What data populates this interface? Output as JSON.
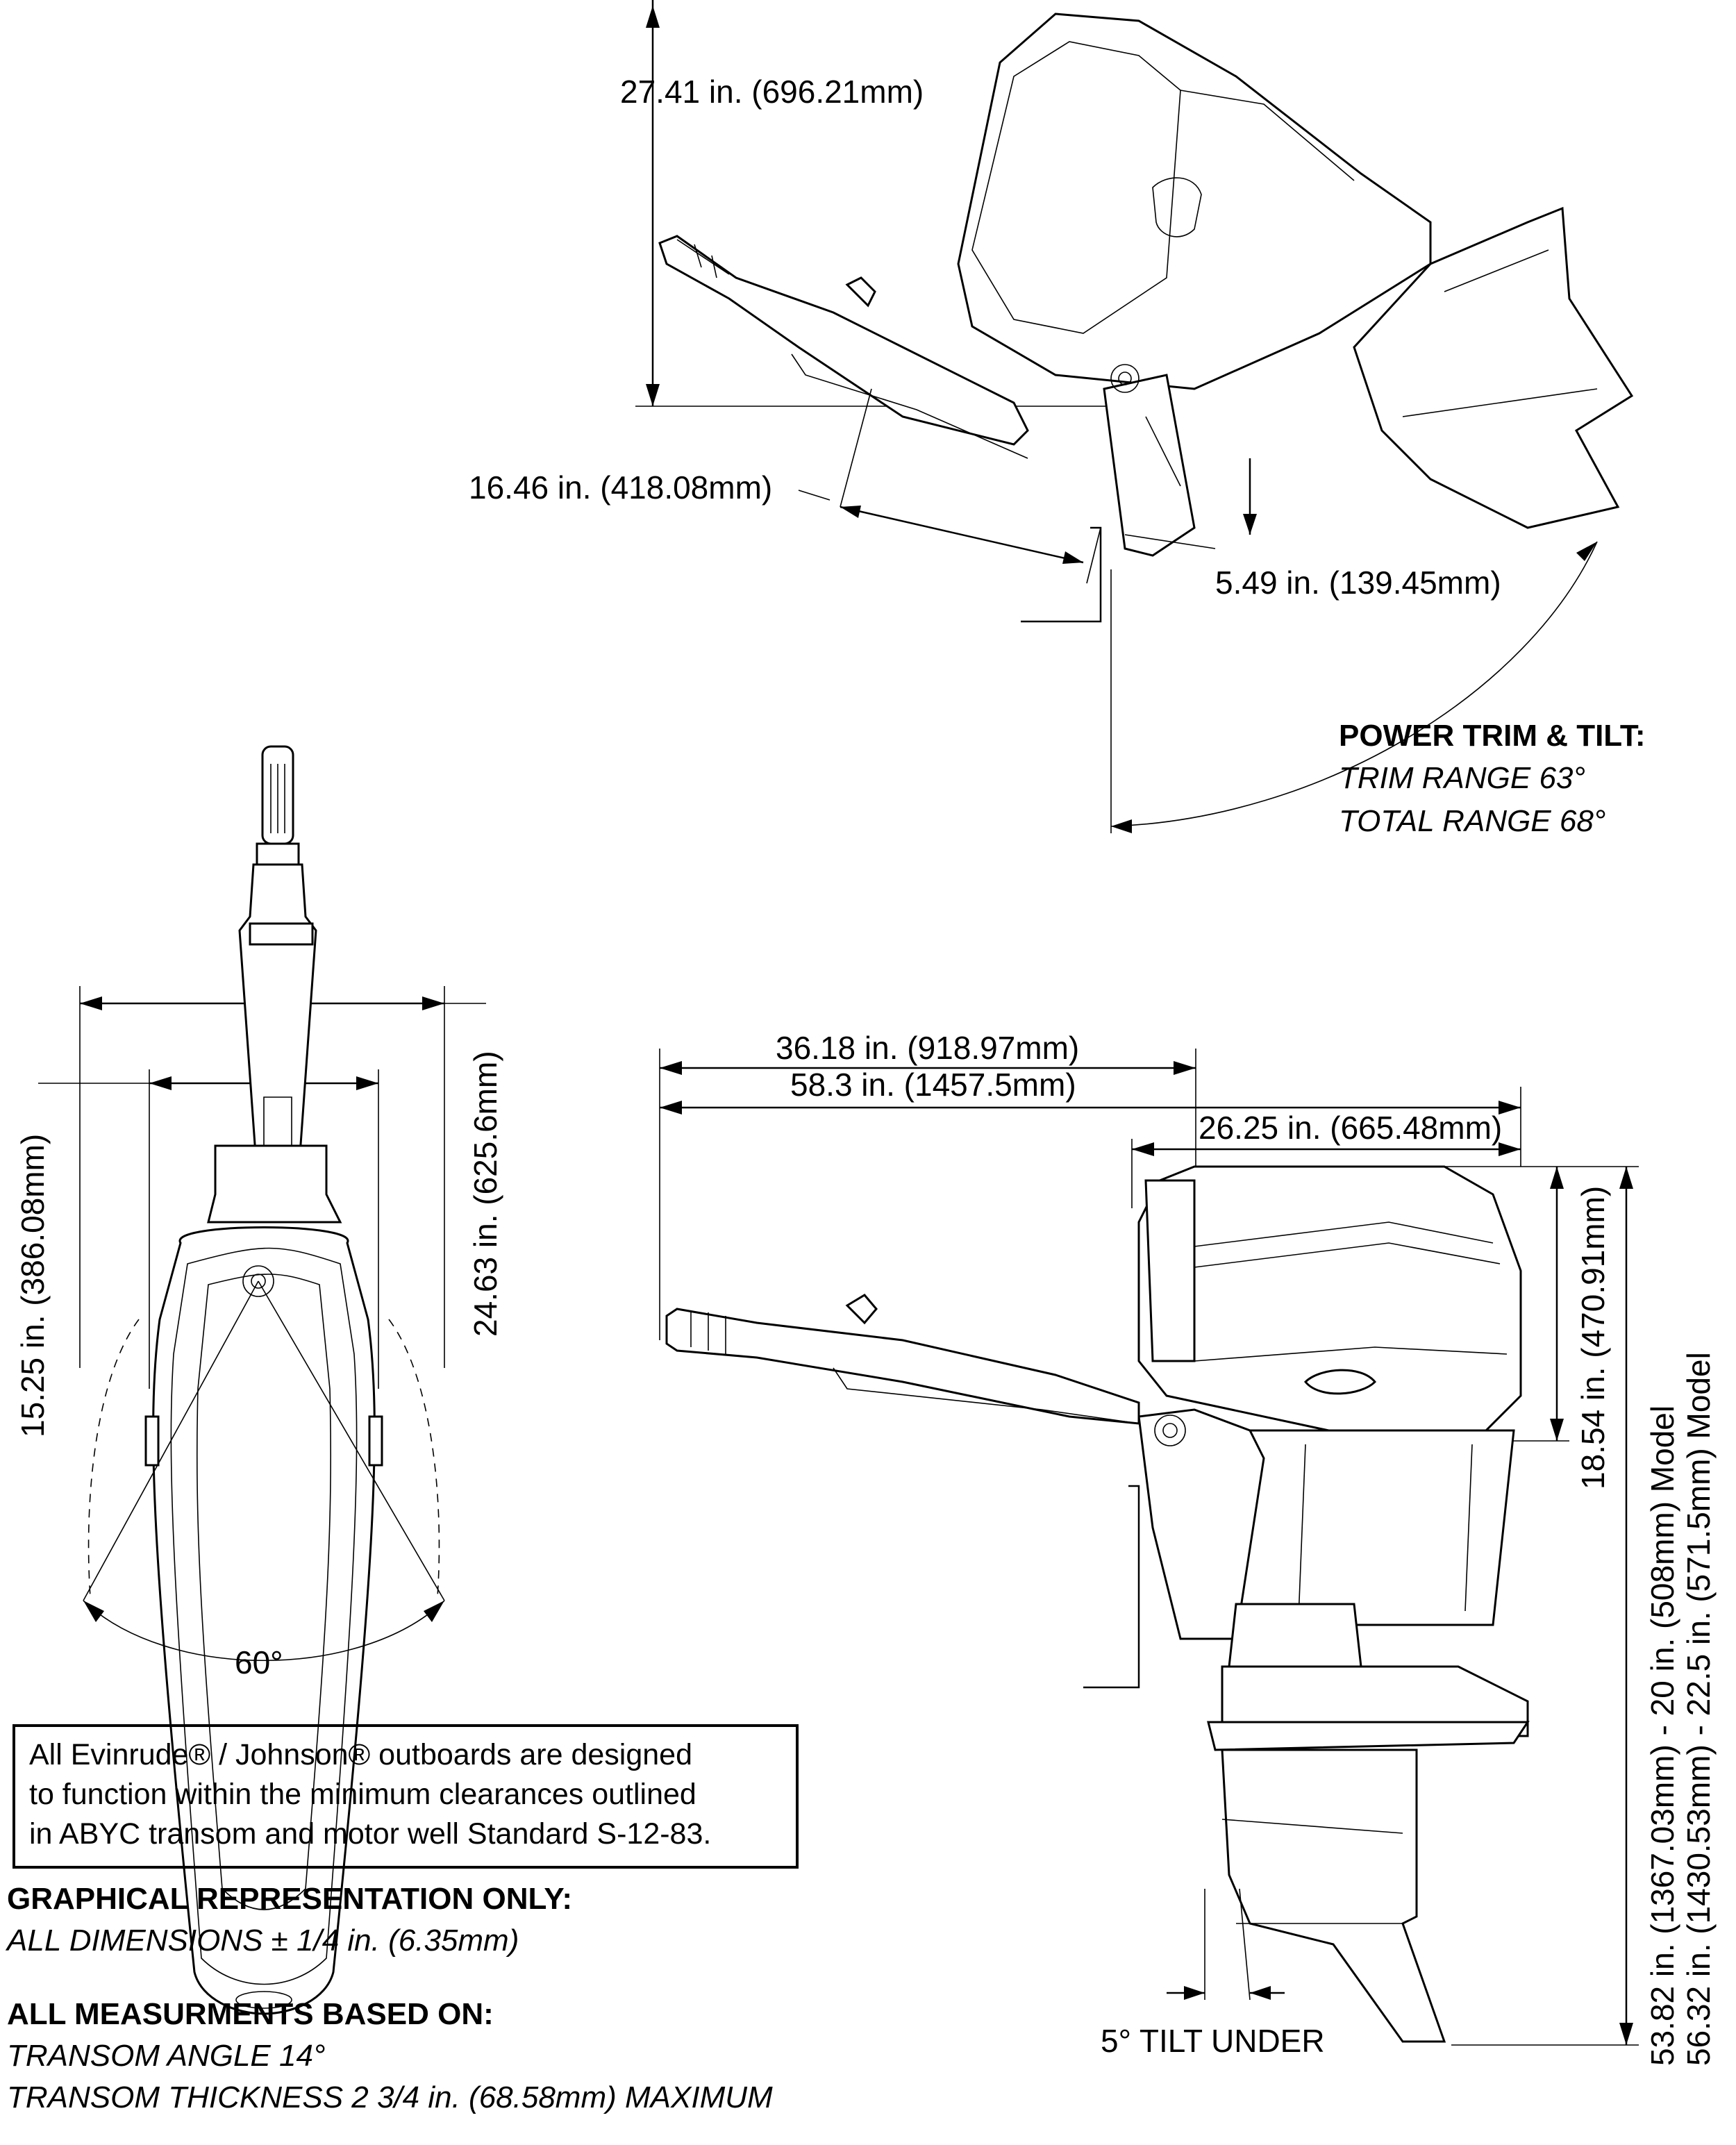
{
  "side_view_tilted": {
    "height_label": "27.41 in. (696.21mm)",
    "reach_label": "16.46 in. (418.08mm)",
    "offset_label": "5.49 in. (139.45mm)"
  },
  "power_trim": {
    "title": "POWER TRIM & TILT:",
    "trim_range": "TRIM RANGE 63°",
    "total_range": "TOTAL RANGE 68°"
  },
  "top_view": {
    "width_outer_label": "24.63 in. (625.6mm)",
    "width_inner_label": "15.25 in. (386.08mm)",
    "steer_angle_label": "60°"
  },
  "side_view": {
    "tiller_length_label": "36.18 in. (918.97mm)",
    "overall_length_label": "58.3 in. (1457.5mm)",
    "cowl_length_label": "26.25 in. (665.48mm)",
    "cowl_height_label": "18.54 in. (470.91mm)",
    "height_20_label": "53.82 in. (1367.03mm) - 20 in. (508mm) Model",
    "height_225_label": "56.32 in. (1430.53mm) - 22.5 in. (571.5mm) Model",
    "tilt_under_label": "5° TILT UNDER"
  },
  "disclaimer": {
    "line1": "All Evinrude® / Johnson® outboards are designed",
    "line2": "to function within the minimum clearances outlined",
    "line3": "in ABYC transom and motor well Standard S-12-83."
  },
  "notes": {
    "graphical_title": "GRAPHICAL REPRESENTATION ONLY:",
    "tolerance": "ALL DIMENSIONS ± 1/4 in. (6.35mm)",
    "measurements_title": "ALL MEASURMENTS BASED ON:",
    "transom_angle": "TRANSOM ANGLE 14°",
    "transom_thickness": "TRANSOM THICKNESS 2 3/4 in. (68.58mm) MAXIMUM"
  }
}
